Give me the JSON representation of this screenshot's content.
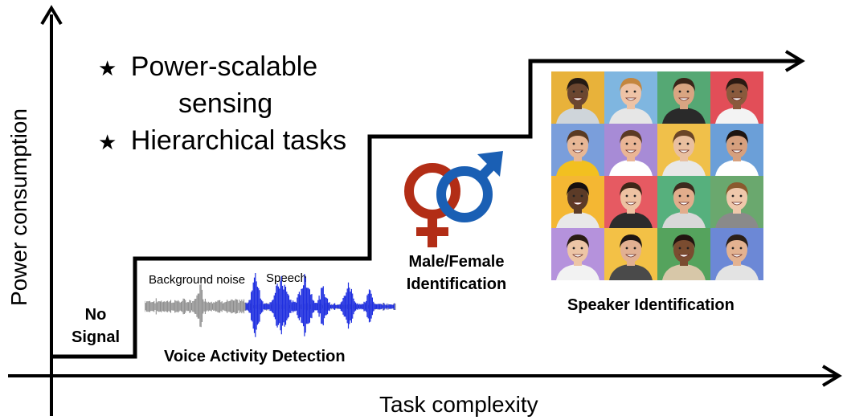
{
  "bullets": [
    {
      "star": "★",
      "line1": "Power-scalable",
      "line2": "sensing"
    },
    {
      "star": "★",
      "line1": "Hierarchical tasks"
    }
  ],
  "axes": {
    "x_label": "Task complexity",
    "y_label": "Power consumption"
  },
  "steps": {
    "no_signal": {
      "line1": "No",
      "line2": "Signal"
    },
    "vad": {
      "label": "Voice Activity Detection",
      "noise_label": "Background noise",
      "speech_label": "Speech"
    },
    "gender": {
      "line1": "Male/Female",
      "line2": "Identification"
    },
    "speaker": {
      "label": "Speaker Identification"
    }
  },
  "colors": {
    "female_symbol": "#b22d16",
    "male_symbol": "#1a5fb4",
    "noise_wave": "#8c8c8c",
    "speech_wave": "#1f2fe0",
    "staircase": "#000000"
  },
  "faces": [
    {
      "bg": "#e8b23a",
      "skin": "#6b4630",
      "hair": "#241a14",
      "shirt": "#cfd5da"
    },
    {
      "bg": "#7fb6e0",
      "skin": "#eec3a6",
      "hair": "#c4863e",
      "shirt": "#e6e6e6"
    },
    {
      "bg": "#55a874",
      "skin": "#d9a582",
      "hair": "#3a2519",
      "shirt": "#2a2a2a"
    },
    {
      "bg": "#e24e58",
      "skin": "#8a5a3c",
      "hair": "#2a1a12",
      "shirt": "#f3f3f3"
    },
    {
      "bg": "#7a9edb",
      "skin": "#e7b796",
      "hair": "#5a3a22",
      "shirt": "#f2c020"
    },
    {
      "bg": "#a78bd6",
      "skin": "#eab595",
      "hair": "#5b3a24",
      "shirt": "#ffffff"
    },
    {
      "bg": "#f0c04a",
      "skin": "#e9bf9f",
      "hair": "#6a4527",
      "shirt": "#e8e8e8"
    },
    {
      "bg": "#6b9fd8",
      "skin": "#d6a07e",
      "hair": "#1e1511",
      "shirt": "#ffffff"
    },
    {
      "bg": "#f4b733",
      "skin": "#5c3b27",
      "hair": "#151010",
      "shirt": "#e8e8e8"
    },
    {
      "bg": "#e65a62",
      "skin": "#edc2a2",
      "hair": "#3f2618",
      "shirt": "#2c2c2c"
    },
    {
      "bg": "#56b07d",
      "skin": "#e2ad8c",
      "hair": "#3c2a1e",
      "shirt": "#d8d8d8"
    },
    {
      "bg": "#6aa86e",
      "skin": "#efc8ab",
      "hair": "#8a5a2e",
      "shirt": "#8a8a8a"
    },
    {
      "bg": "#b592dc",
      "skin": "#edc5a6",
      "hair": "#2b1c14",
      "shirt": "#f2f2f2"
    },
    {
      "bg": "#f3c146",
      "skin": "#e2b092",
      "hair": "#1d1613",
      "shirt": "#4a4a4a"
    },
    {
      "bg": "#55a35d",
      "skin": "#7a4c30",
      "hair": "#221510",
      "shirt": "#d7c7a8"
    },
    {
      "bg": "#6c88d6",
      "skin": "#e3b291",
      "hair": "#2c2018",
      "shirt": "#e3e3e3"
    }
  ]
}
